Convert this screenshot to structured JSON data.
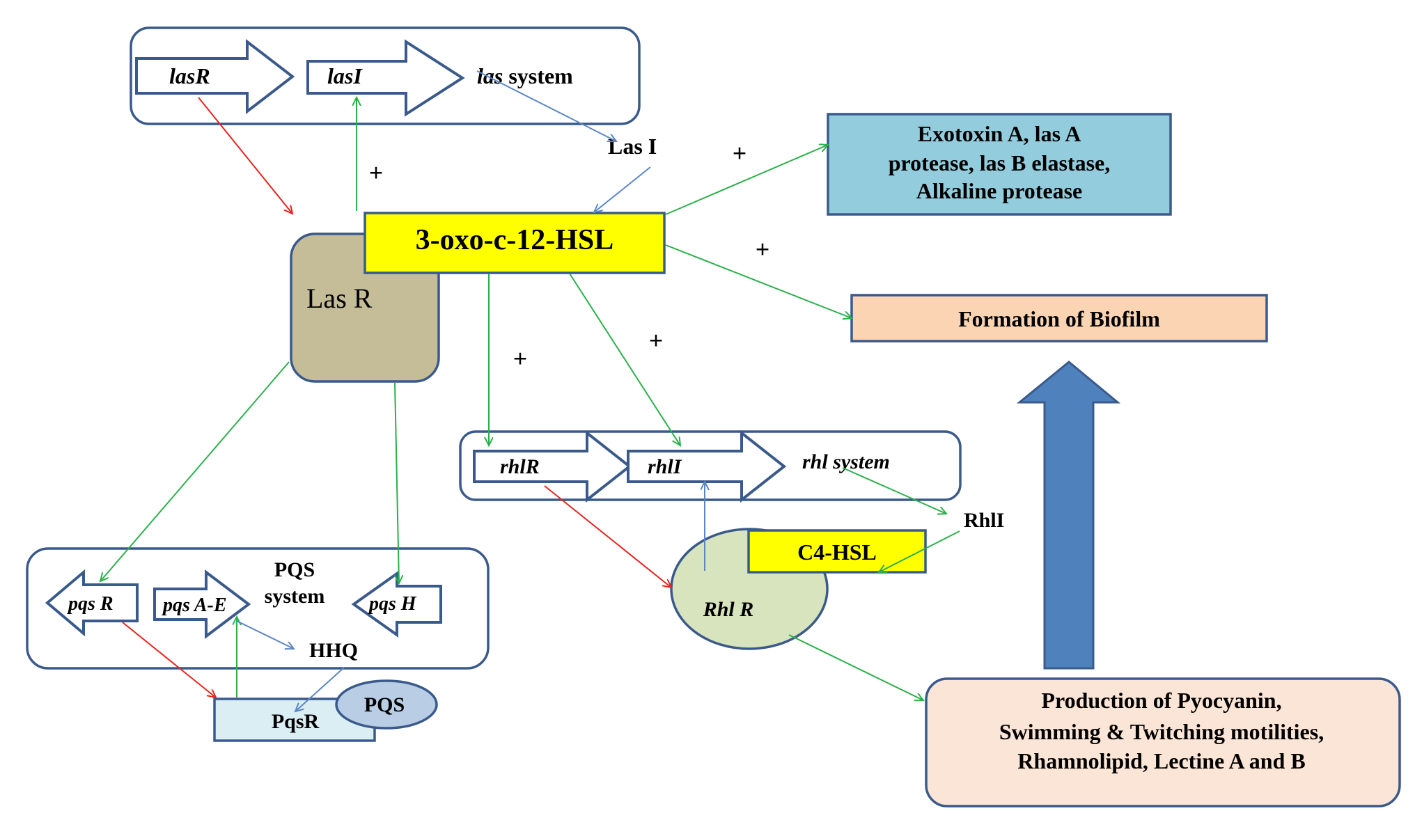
{
  "las_system": {
    "gene_lasR": "lasR",
    "gene_lasI": "lasI",
    "label_italic": "las",
    "label_rest": " system"
  },
  "las_i": "Las I",
  "las_r": "Las R",
  "hsl_main": "3-oxo-c-12-HSL",
  "exotoxin": {
    "line1": "Exotoxin A, las A",
    "line2": "protease, las B elastase,",
    "line3": "Alkaline  protease"
  },
  "biofilm": "Formation  of Biofilm",
  "plus": "+",
  "rhl_system": {
    "gene_rhlR": "rhlR",
    "gene_rhlI": "rhlI",
    "label": "rhl system"
  },
  "rhl_i": "RhlI",
  "c4_hsl": "C4-HSL",
  "rhl_r": "Rhl R",
  "pqs_system": {
    "gene_pqsR": "pqs R",
    "gene_pqsAE": "pqs A-E",
    "gene_pqsH": "pqs H",
    "label_line1": "PQS",
    "label_line2": "system"
  },
  "hhq": "HHQ",
  "pqs": "PQS",
  "pqsr": "PqsR",
  "production": {
    "line1": "Production  of Pyocyanin,",
    "line2": "Swimming  &  Twitching  motilities,",
    "line3": "Rhamnolipid,  Lectine A and B"
  },
  "colors": {
    "outline": "#3a5a8c",
    "green_arrow": "#2ab04a",
    "red_arrow": "#e8231e",
    "blue_arrow": "#5b86c6",
    "hsl_yellow": "#ffff00",
    "exotoxin_fill": "#93cddd",
    "biofilm_fill": "#fbd4b4",
    "lasr_fill": "#c4bd97",
    "rhlr_fill": "#d7e4bd",
    "pqs_fill": "#b9cde5",
    "pqsr_fill": "#dbeef4",
    "big_arrow": "#4f81bd"
  }
}
